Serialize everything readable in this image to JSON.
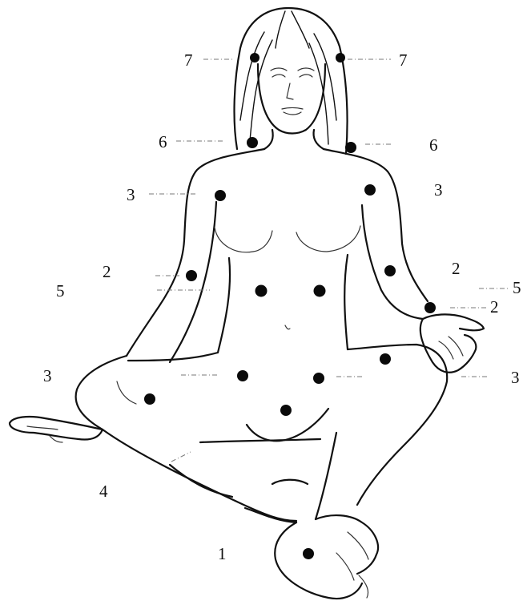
{
  "labels": {
    "l7_left": "7",
    "l7_right": "7",
    "l6_left": "6",
    "l6_right": "6",
    "l3_upper_left": "3",
    "l3_upper_right": "3",
    "l2_left": "2",
    "l5_left": "5",
    "l2_right": "2",
    "l5_right": "5",
    "l2_wrist": "2",
    "l3_lower_left": "3",
    "l3_lower_right": "3",
    "l4": "4",
    "l1": "1"
  },
  "colors": {
    "ink": "#111111",
    "point": "#0a0a0a",
    "leader": "#777777",
    "background": "#ffffff"
  }
}
